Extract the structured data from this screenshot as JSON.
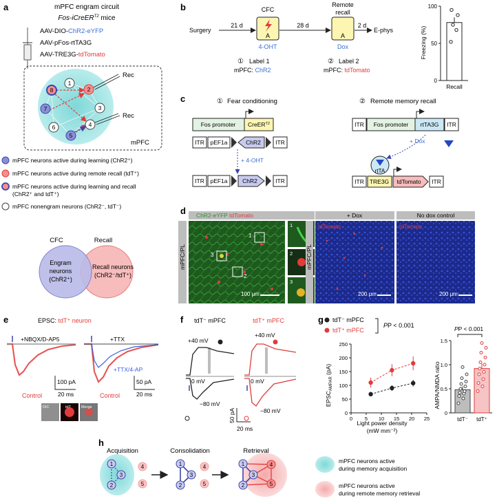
{
  "panels": {
    "a": "a",
    "b": "b",
    "c": "c",
    "d": "d",
    "e": "e",
    "f": "f",
    "g": "g",
    "h": "h"
  },
  "colors": {
    "blue": "#8a8fd6",
    "blue_dark": "#3b43b0",
    "red": "#e23b3b",
    "red_light": "#f4a6a6",
    "teal": "#4fc6c8",
    "grey_bar": "#a9a9a9",
    "yellow": "#fdf6b2"
  },
  "a": {
    "title": "mPFC engram circuit",
    "mice": "Fos-iCreER",
    "mice_sup": "T2",
    "mice_suffix": " mice",
    "virus1_prefix": "AAV-DIO-",
    "virus1_highlight": "ChR2-eYFP",
    "virus2": "AAV-pFos-rtTA3G",
    "virus3_prefix": "AAV-TRE3G-",
    "virus3_highlight": "tdTomato",
    "rec1": "Rec",
    "rec2": "Rec",
    "region": "mPFC",
    "neurons": [
      "1",
      "2",
      "3",
      "4",
      "5",
      "6",
      "7",
      "8"
    ],
    "legend": [
      "mPFC neurons active during learning (ChR2⁺)",
      "mPFC neurons active during remote recall (tdT⁺)",
      "mPFC neurons active during learning and recall",
      "(ChR2⁺ and tdT⁺)",
      "mPFC nonengram neurons (ChR2⁻, tdT⁻)"
    ],
    "venn_left_title": "CFC",
    "venn_right_title": "Recall",
    "venn_left_line1": "Engram",
    "venn_left_line2": "neurons",
    "venn_left_line3": "(ChR2⁺)",
    "venn_right_line1": "Recall neurons",
    "venn_right_line2": "(ChR2⁻/tdT⁺)"
  },
  "b": {
    "surgery": "Surgery",
    "d1": "21 d",
    "cfc": "CFC",
    "box_a": "A",
    "ohT": "4-OHT",
    "d2": "28 d",
    "remote1": "Remote",
    "remote2": "recall",
    "box_a2": "A",
    "dox": "Dox",
    "d3": "2 d",
    "ephys": "E-phys",
    "label1_num": "①",
    "label1": "Label 1",
    "label1_sub_prefix": "mPFC: ",
    "label1_sub": "ChR2",
    "label2_num": "②",
    "label2": "Label 2",
    "label2_sub_prefix": "mPFC: ",
    "label2_sub": "tdTomato",
    "bar_ylabel": "Freezing (%)",
    "bar_xlabel": "Recall",
    "bar_yticks": [
      "0",
      "50",
      "100"
    ]
  },
  "c": {
    "step1_num": "①",
    "step1": "Fear conditioning",
    "step2_num": "②",
    "step2": "Remote memory recall",
    "fos_promoter": "Fos promoter",
    "creer": "CreER",
    "creer_sup": "T2",
    "itr": "ITR",
    "pef1a": "pEF1a",
    "chr2": "ChR2",
    "ohT": "+ 4-OHT",
    "rttA3g": "rtTA3G",
    "dox": "+ Dox",
    "rtta": "rtTA",
    "tre3g": "TRE3G",
    "tdtomato": "tdTomato"
  },
  "d": {
    "left_header1": "ChR2-eYFP",
    "left_header2": "tdTomato",
    "side_label": "mPFC/PL",
    "inset_nums": [
      "1",
      "2",
      "3"
    ],
    "scale1": "100 μm",
    "dox_header": "+ Dox",
    "nodox_header": "No dox control",
    "td1": "tdTomato",
    "td2": "tdTomato",
    "scale2": "200 μm",
    "scale3": "200 μm",
    "side_label2": "mPFC/PL"
  },
  "e": {
    "title_prefix": "EPSC: ",
    "title_highlight": "tdT⁺ neuron",
    "trace1_label": "+NBQX/D-AP5",
    "trace2_label": "+TTX",
    "trace3_label": "+TTX/4-AP",
    "control1": "Control",
    "control2": "Control",
    "scale_pa1": "100 pA",
    "scale_ms1": "20 ms",
    "scale_pa2": "50 pA",
    "scale_ms2": "20 ms",
    "img_labels": [
      "DIC",
      "tdT",
      "Merge"
    ]
  },
  "f": {
    "title1": "tdT⁻ mPFC",
    "title2": "tdT⁺ mPFC",
    "pos40_1": "+40 mV",
    "pos40_2": "+40 mV",
    "zero1": "0 mV",
    "zero2": "0 mV",
    "neg80_1": "−80 mV",
    "neg80_2": "−80 mV",
    "scale_pa": "50 pA",
    "scale_ms": "20 ms"
  },
  "g": {
    "legend1": "tdT⁻ mPFC",
    "legend2": "tdT⁺ mPFC",
    "pval1": "P < 0.001",
    "ylabel": "EPSC",
    "ylabel_sub": "AMPAR",
    "ylabel_unit": " (pA)",
    "xlabel1": "Light power density",
    "xlabel2": "(mW mm⁻²)",
    "yticks": [
      "0",
      "50",
      "100",
      "150",
      "200",
      "250"
    ],
    "xticks": [
      "0",
      "5",
      "10",
      "15",
      "20",
      "25"
    ],
    "pval2": "P < 0.001",
    "ratio_ylabel": "AMPA/NMDA ratio",
    "ratio_yticks": [
      "0",
      "0.5",
      "1.0",
      "1.5"
    ],
    "ratio_xticks": [
      "tdT⁻",
      "tdT⁺"
    ]
  },
  "h": {
    "stage1": "Acquisition",
    "stage2": "Consolidation",
    "stage3": "Retrieval",
    "legend1_line1": "mPFC neurons active",
    "legend1_line2": "during memory acquisition",
    "legend2_line1": "mPFC neurons active",
    "legend2_line2": "during remote memory retrieval",
    "nodes": [
      "1",
      "2",
      "3",
      "4",
      "5"
    ]
  },
  "chart_data": [
    {
      "type": "bar",
      "categories": [
        "Recall"
      ],
      "values": [
        78
      ],
      "points": [
        95,
        88,
        75,
        68,
        52
      ],
      "ylabel": "Freezing (%)",
      "ylim": [
        0,
        100
      ]
    },
    {
      "type": "line",
      "x": [
        6.5,
        13.5,
        20.5
      ],
      "series": [
        {
          "name": "tdT⁻ mPFC",
          "values": [
            68,
            90,
            108
          ],
          "err": [
            8,
            10,
            12
          ],
          "color": "#222222"
        },
        {
          "name": "tdT⁺ mPFC",
          "values": [
            110,
            155,
            180
          ],
          "err": [
            18,
            22,
            25
          ],
          "color": "#e23b3b"
        }
      ],
      "xlabel": "Light power density (mW mm⁻²)",
      "ylabel": "EPSC AMPAR (pA)",
      "xlim": [
        0,
        25
      ],
      "ylim": [
        0,
        250
      ]
    },
    {
      "type": "bar",
      "categories": [
        "tdT⁻",
        "tdT⁺"
      ],
      "values": [
        0.48,
        0.92
      ],
      "err": [
        0.07,
        0.1
      ],
      "points": [
        [
          0.2,
          0.3,
          0.35,
          0.4,
          0.42,
          0.45,
          0.5,
          0.55,
          0.6,
          0.65,
          0.72,
          0.8,
          0.95
        ],
        [
          0.45,
          0.55,
          0.62,
          0.7,
          0.8,
          0.85,
          0.92,
          1.0,
          1.05,
          1.15,
          1.25,
          1.35,
          1.45
        ]
      ],
      "ylabel": "AMPA/NMDA ratio",
      "ylim": [
        0,
        1.5
      ]
    }
  ]
}
